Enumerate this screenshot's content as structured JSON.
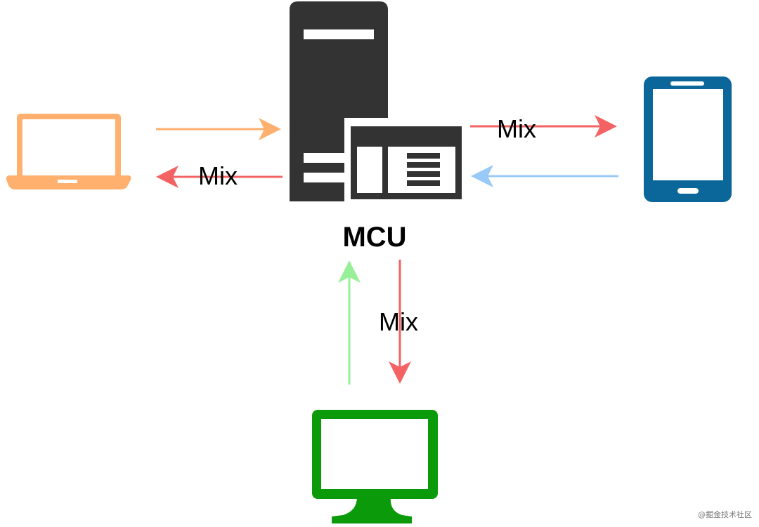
{
  "nodes": {
    "mcu": {
      "label": "MCU",
      "icon": "server-icon",
      "color": "#333333"
    },
    "laptop": {
      "icon": "laptop-icon",
      "color": "#FFB06E"
    },
    "phone": {
      "icon": "smartphone-icon",
      "color": "#0B6699"
    },
    "monitor": {
      "icon": "monitor-icon",
      "color": "#0A9A0A"
    }
  },
  "edges": [
    {
      "from": "laptop",
      "to": "mcu",
      "label": "",
      "color": "#FFB06E"
    },
    {
      "from": "mcu",
      "to": "laptop",
      "label": "Mix",
      "color": "#F46363"
    },
    {
      "from": "mcu",
      "to": "phone",
      "label": "Mix",
      "color": "#F46363"
    },
    {
      "from": "phone",
      "to": "mcu",
      "label": "",
      "color": "#99C9F8"
    },
    {
      "from": "monitor",
      "to": "mcu",
      "label": "",
      "color": "#97F097"
    },
    {
      "from": "mcu",
      "to": "monitor",
      "label": "Mix",
      "color": "#F46363"
    }
  ],
  "watermark": "@掘金技术社区"
}
